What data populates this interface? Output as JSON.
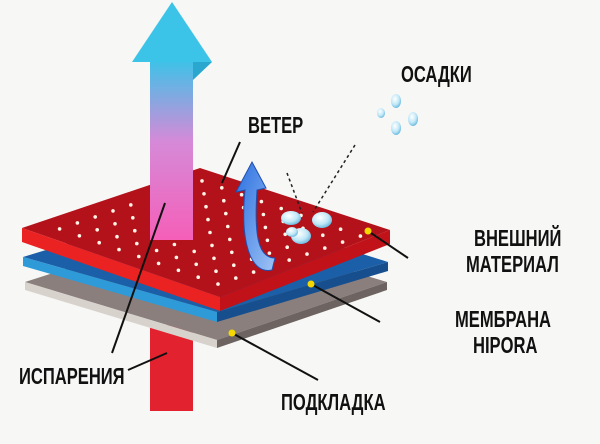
{
  "labels": {
    "precipitation": "ОСАДКИ",
    "wind": "ВЕТЕР",
    "outer_line1": "ВНЕШНИЙ",
    "outer_line2": "МАТЕРИАЛ",
    "membrane_line1": "МЕМБРАНА",
    "membrane_line2": "HIPORA",
    "evaporation": "ИСПАРЕНИЯ",
    "lining": "ПОДКЛАДКА"
  },
  "colors": {
    "outer": "#c8141a",
    "membrane": "#1f6fb8",
    "lining": "#8a7f7c",
    "marker": "#f5d800"
  }
}
